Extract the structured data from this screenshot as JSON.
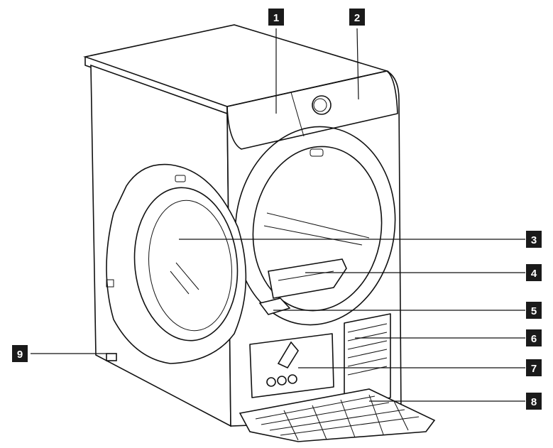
{
  "callouts": [
    {
      "id": "1",
      "label": "1"
    },
    {
      "id": "2",
      "label": "2"
    },
    {
      "id": "3",
      "label": "3"
    },
    {
      "id": "4",
      "label": "4"
    },
    {
      "id": "5",
      "label": "5"
    },
    {
      "id": "6",
      "label": "6"
    },
    {
      "id": "7",
      "label": "7"
    },
    {
      "id": "8",
      "label": "8"
    },
    {
      "id": "9",
      "label": "9"
    }
  ],
  "colors": {
    "ink": "#111111",
    "callout_bg": "#1a1a1a",
    "callout_fg": "#ffffff",
    "background": "#ffffff"
  }
}
